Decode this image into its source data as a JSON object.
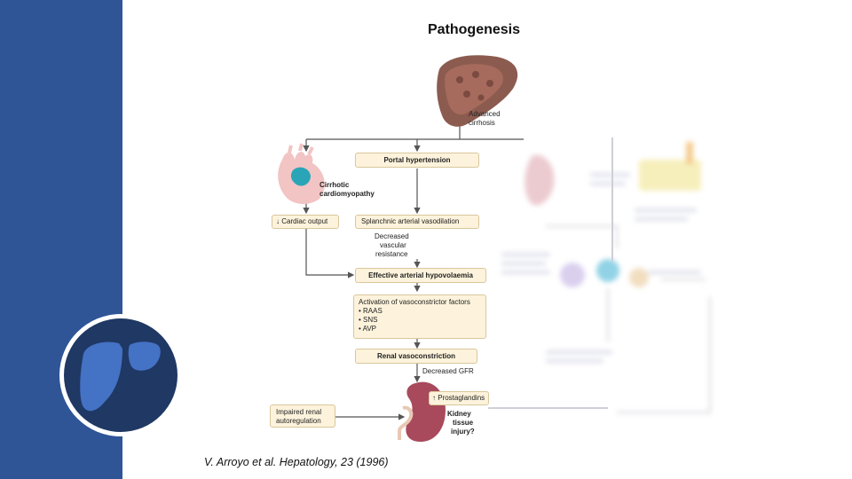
{
  "slide": {
    "title": "Pathogenesis",
    "citation": "V. Arroyo et al. Hepatology, 23 (1996)"
  },
  "colors": {
    "sidebar": "#2f5597",
    "logo_disc": "#1f3864",
    "logo_liver": "#4472c4",
    "box_fill": "#fdf3dc",
    "box_border": "#d9c79c",
    "arrow": "#555555"
  },
  "icons": {
    "logo": "liver-icon",
    "liver": "liver-icon",
    "heart": "heart-icon",
    "kidney": "kidney-icon"
  },
  "figure": {
    "liver_label_1": "Advanced",
    "liver_label_2": "cirrhosis",
    "heart_label_1": "Cirrhotic",
    "heart_label_2": "cardiomyopathy",
    "portal_hypertension": "Portal hypertension",
    "cardiac_output": "↓ Cardiac output",
    "splanchnic": "Splanchnic arterial vasodilation",
    "decreased_resistance_1": "Decreased",
    "decreased_resistance_2": "vascular",
    "decreased_resistance_3": "resistance",
    "hypovolaemia": "Effective arterial hypovolaemia",
    "activation_title": "Activation of vasoconstrictor factors",
    "activation_items": [
      "• RAAS",
      "• SNS",
      "• AVP"
    ],
    "renal_vasoconstriction": "Renal vasoconstriction",
    "decreased_gfr": "Decreased GFR",
    "prostaglandins": "↑ Prostaglandins",
    "impaired_1": "Impaired renal",
    "impaired_2": "autoregulation",
    "kidney_1": "Kidney",
    "kidney_2": "tissue",
    "kidney_3": "injury?"
  }
}
